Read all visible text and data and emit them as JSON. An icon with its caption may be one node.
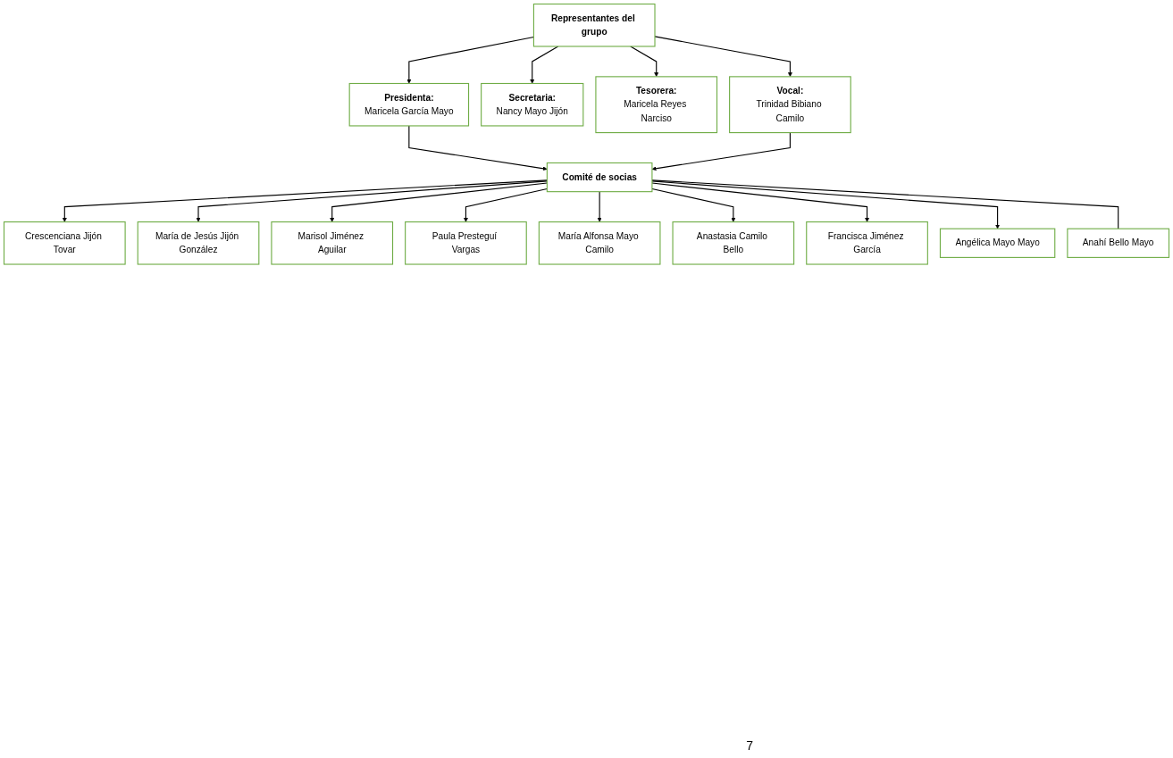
{
  "diagram": {
    "nodes": [
      {
        "text": [
          "Representantes del grupo"
        ]
      },
      {
        "text": [
          "Presidenta:",
          "Maricela García Mayo"
        ]
      },
      {
        "text": [
          "Secretaria:",
          "Nancy Mayo Jijón"
        ]
      },
      {
        "text": [
          "Tesorera:",
          "Maricela Reyes Narciso"
        ]
      },
      {
        "text": [
          "Vocal:",
          "Trinidad Bibiano Camilo"
        ]
      },
      {
        "text": [
          "Comité de socias"
        ]
      },
      {
        "text": [
          "Crescenciana Jijón Tovar"
        ]
      },
      {
        "text": [
          "María de Jesús Jijón González"
        ]
      },
      {
        "text": [
          "Marisol Jiménez Aguilar"
        ]
      },
      {
        "text": [
          "Paula Presteguí Vargas"
        ]
      },
      {
        "text": [
          "María Alfonsa Mayo Camilo"
        ]
      },
      {
        "text": [
          "Anastasia Camilo Bello"
        ]
      },
      {
        "text": [
          "Francisca Jiménez García"
        ]
      },
      {
        "text": [
          "Angélica Mayo Mayo"
        ]
      },
      {
        "text": [
          "Anahí Bello Mayo"
        ]
      }
    ],
    "edges": [
      {
        "from": 0,
        "to": 1,
        "arrow": "to"
      },
      {
        "from": 0,
        "to": 2,
        "arrow": "to"
      },
      {
        "from": 0,
        "to": 3,
        "arrow": "to"
      },
      {
        "from": 0,
        "to": 4,
        "arrow": "to"
      },
      {
        "from": 1,
        "to": 5,
        "arrow": "to"
      },
      {
        "from": 4,
        "to": 5,
        "arrow": "to"
      },
      {
        "from": 5,
        "to": 6,
        "arrow": "to"
      },
      {
        "from": 5,
        "to": 7,
        "arrow": "to"
      },
      {
        "from": 5,
        "to": 8,
        "arrow": "to"
      },
      {
        "from": 5,
        "to": 9,
        "arrow": "to"
      },
      {
        "from": 5,
        "to": 10,
        "arrow": "to"
      },
      {
        "from": 5,
        "to": 11,
        "arrow": "to"
      },
      {
        "from": 5,
        "to": 12,
        "arrow": "to"
      },
      {
        "from": 5,
        "to": 13,
        "arrow": "to"
      },
      {
        "from": 5,
        "to": 14,
        "arrow": "none"
      }
    ],
    "labels": [
      "7"
    ]
  }
}
